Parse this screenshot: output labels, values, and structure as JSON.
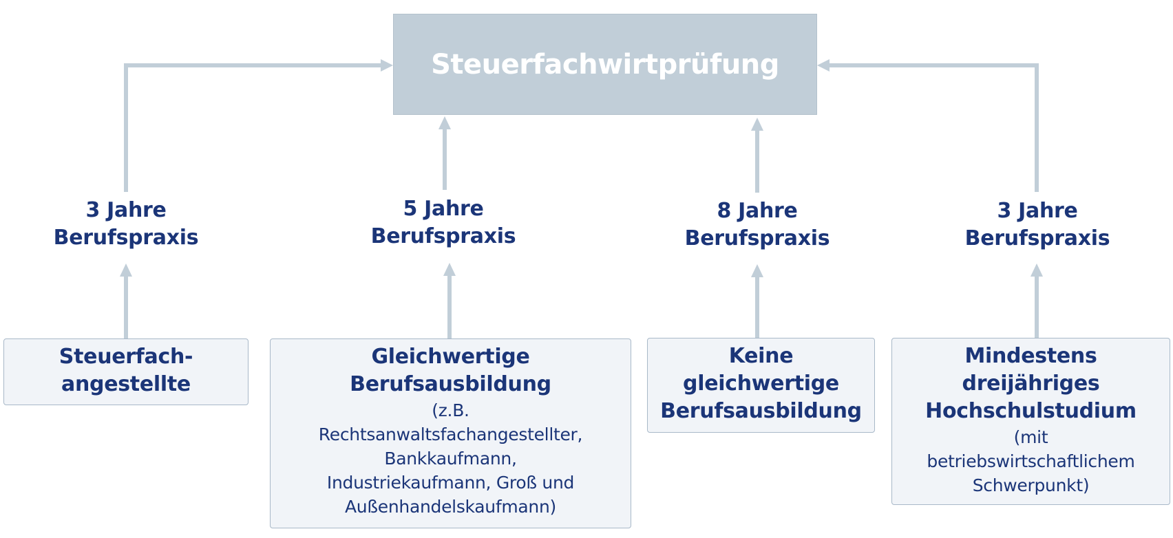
{
  "diagram": {
    "top_title": "Steuerfachwirtprüfung",
    "paths": [
      {
        "requirement": [
          "3 Jahre",
          "Berufspraxis"
        ],
        "qualification_bold": [
          "Steuerfach-",
          "angestellte"
        ],
        "qualification_note": []
      },
      {
        "requirement": [
          "5 Jahre",
          "Berufspraxis"
        ],
        "qualification_bold": [
          "Gleichwertige",
          "Berufsausbildung"
        ],
        "qualification_note": [
          "(z.B.",
          "Rechtsanwaltsfachangestellter,",
          "Bankkaufmann,",
          "Industriekaufmann, Groß und",
          "Außenhandelskaufmann)"
        ]
      },
      {
        "requirement": [
          "8 Jahre",
          "Berufspraxis"
        ],
        "qualification_bold": [
          "Keine",
          "gleichwertige",
          "Berufsausbildung"
        ],
        "qualification_note": []
      },
      {
        "requirement": [
          "3 Jahre",
          "Berufspraxis"
        ],
        "qualification_bold": [
          "Mindestens",
          "dreijähriges",
          "Hochschulstudium"
        ],
        "qualification_note": [
          "(mit",
          "betriebswirtschaftlichem",
          "Schwerpunkt)"
        ]
      }
    ],
    "colors": {
      "text": "#1b3578",
      "top_box": "#c1ced8",
      "arrow": "#c1ced8",
      "box_fill": "#f1f4f8",
      "box_border": "#a8b8c8"
    }
  }
}
